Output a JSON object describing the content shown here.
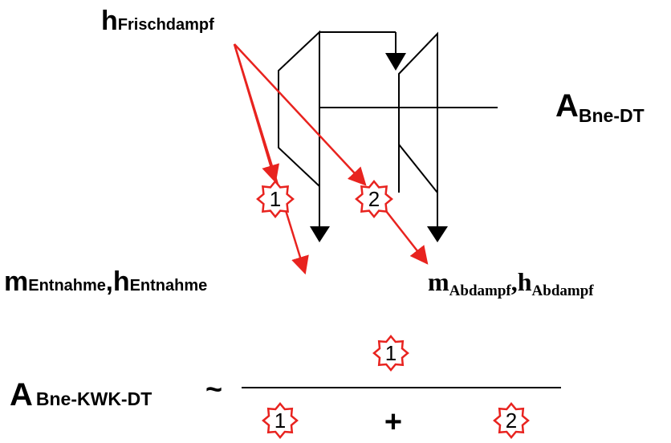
{
  "labels": {
    "fresh_steam_main": "h",
    "fresh_steam_sub": "Frischdampf",
    "power_main": "A",
    "power_sub": "Bne-DT",
    "extraction_m": "m",
    "extraction_m_sub": "Entnahme",
    "extraction_comma": ",",
    "extraction_h": "h",
    "extraction_h_sub": "Entnahme",
    "exhaust_m": "m",
    "exhaust_m_sub": "Abdampf",
    "exhaust_comma": ",",
    "exhaust_h": "h",
    "exhaust_h_sub": "Abdampf"
  },
  "formula": {
    "lhs_main": "A",
    "lhs_sub": "Bne-KWK-DT",
    "approx": "~",
    "numerator": "1",
    "denominator_left": "1",
    "plus": "+",
    "denominator_right": "2"
  },
  "markers": {
    "marker_1": "1",
    "marker_2": "2"
  },
  "colors": {
    "arrow": "#e8231f",
    "star_stroke": "#e8231f",
    "line": "#000000"
  }
}
